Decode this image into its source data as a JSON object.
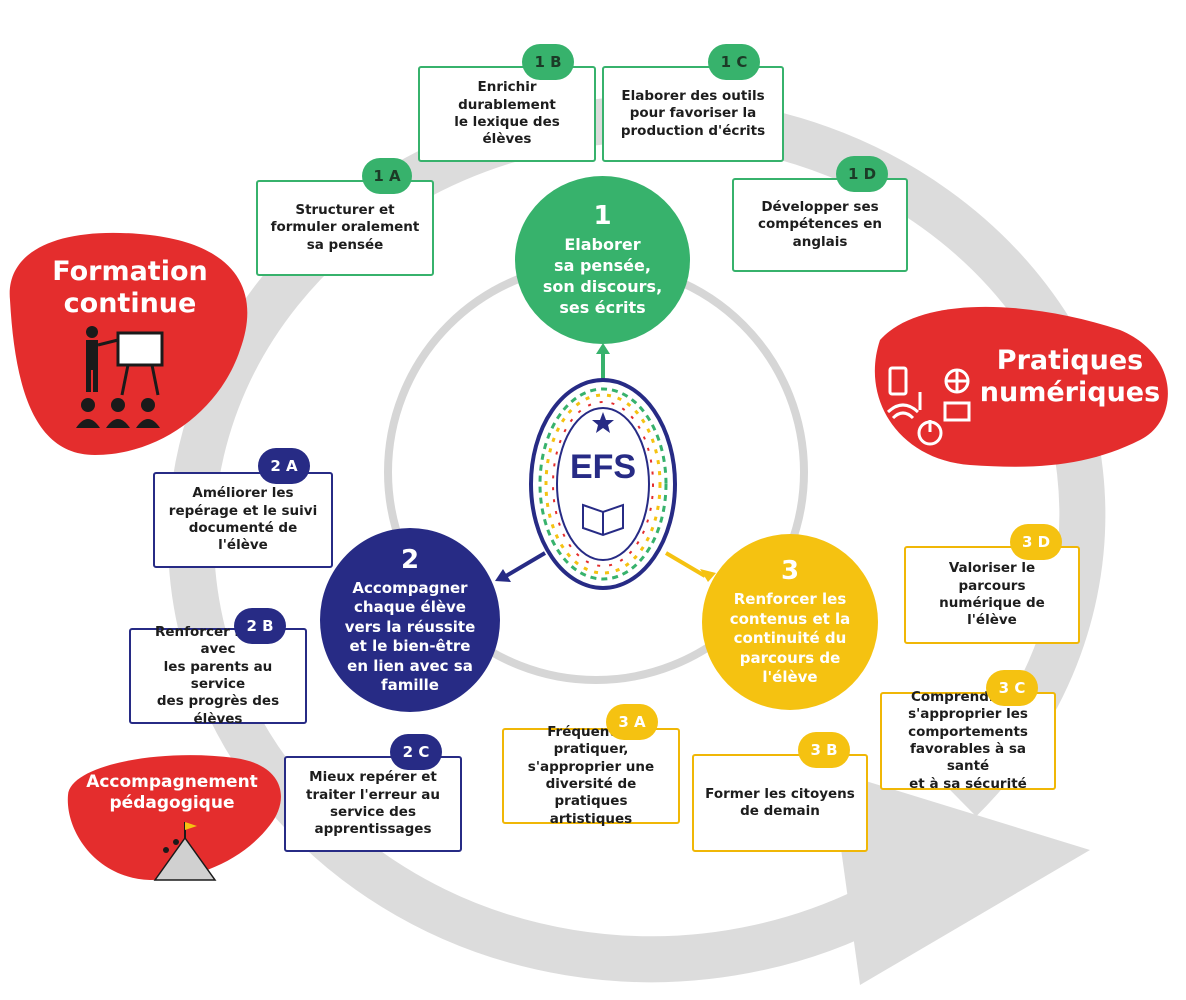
{
  "center_logo": {
    "text": "EFS"
  },
  "hubs": [
    {
      "id": "hub-1",
      "number": "1",
      "label": "Elaborer\nsa pensée,\nson discours,\nses écrits",
      "color": "#37b26c"
    },
    {
      "id": "hub-2",
      "number": "2",
      "label": "Accompagner\nchaque élève\nvers la réussite\net le bien-être\nen lien avec sa\nfamille",
      "color": "#272b85"
    },
    {
      "id": "hub-3",
      "number": "3",
      "label": "Renforcer les\ncontenus et la\ncontinuité du\nparcours de\nl'élève",
      "color": "#f5c211"
    }
  ],
  "actions": [
    {
      "id": "1A",
      "badge": "1 A",
      "text": "Structurer et\nformuler oralement\nsa pensée",
      "theme": "green"
    },
    {
      "id": "1B",
      "badge": "1 B",
      "text": "Enrichir durablement\nle lexique des élèves",
      "theme": "green"
    },
    {
      "id": "1C",
      "badge": "1 C",
      "text": "Elaborer des outils\npour favoriser la\nproduction d'écrits",
      "theme": "green"
    },
    {
      "id": "1D",
      "badge": "1 D",
      "text": "Développer ses\ncompétences en\nanglais",
      "theme": "green"
    },
    {
      "id": "2A",
      "badge": "2 A",
      "text": "Améliorer les\nrepérage et le suivi\ndocumenté de l'élève",
      "theme": "blue"
    },
    {
      "id": "2B",
      "badge": "2 B",
      "text": "Renforcer le lien avec\nles parents au service\ndes progrès des\nélèves",
      "theme": "blue"
    },
    {
      "id": "2C",
      "badge": "2 C",
      "text": "Mieux repérer et\ntraiter l'erreur au\nservice des\napprentissages",
      "theme": "blue"
    },
    {
      "id": "3A",
      "badge": "3 A",
      "text": "Fréquenter, pratiquer,\ns'approprier une\ndiversité de pratiques\nartistiques",
      "theme": "yellow"
    },
    {
      "id": "3B",
      "badge": "3 B",
      "text": "Former les citoyens\nde demain",
      "theme": "yellow"
    },
    {
      "id": "3C",
      "badge": "3 C",
      "text": "Comprendre et\ns'approprier les\ncomportements\nfavorables à sa santé\net à sa sécurité",
      "theme": "yellow"
    },
    {
      "id": "3D",
      "badge": "3 D",
      "text": "Valoriser le parcours\nnumérique de l'élève",
      "theme": "yellow"
    }
  ],
  "levers": [
    {
      "id": "formation",
      "text": "Formation\ncontinue",
      "icon": "presentation-icon"
    },
    {
      "id": "numerique",
      "text": "Pratiques\nnumériques",
      "icon": "digital-devices-icon"
    },
    {
      "id": "accompagnement",
      "text": "Accompagnement\npédagogique",
      "icon": "mountain-climb-icon"
    }
  ],
  "colors": {
    "green": "#37b26c",
    "blue": "#272b85",
    "yellow": "#f5c211",
    "red": "#e42d2d",
    "ring": "#dadada"
  }
}
